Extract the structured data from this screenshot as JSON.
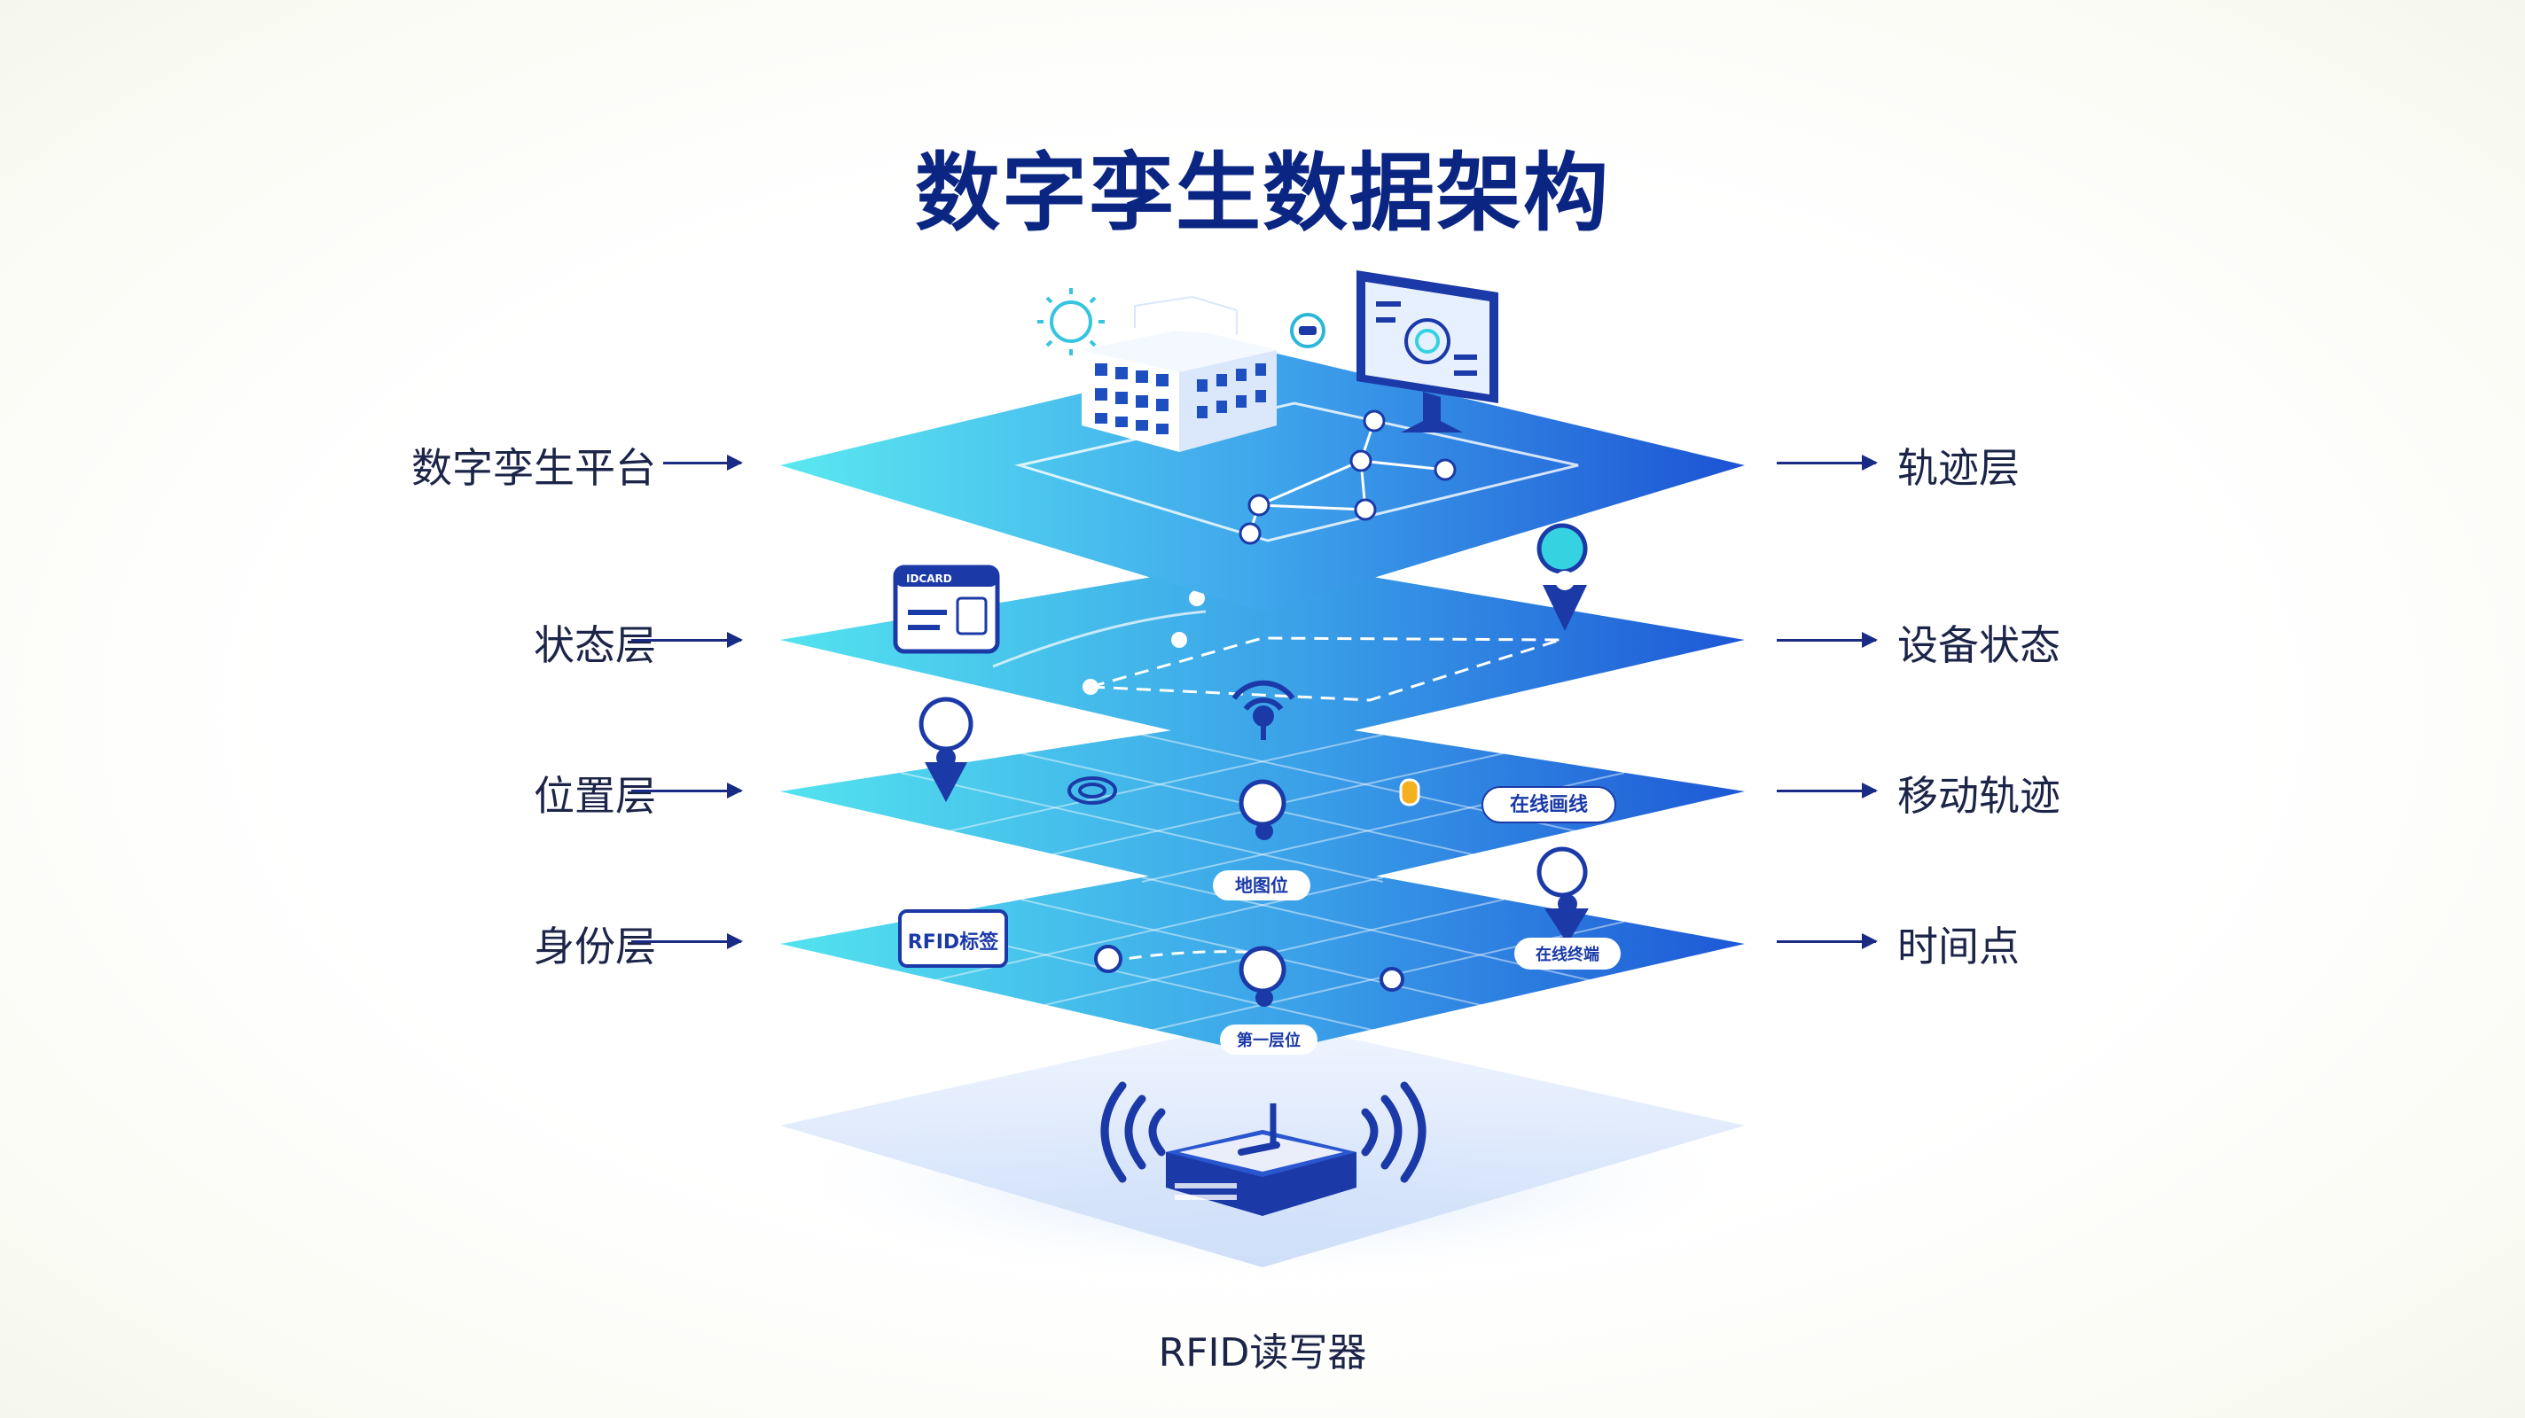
{
  "title": "数字孪生数据架构",
  "left_labels": [
    "数字孪生平台",
    "状态层",
    "位置层",
    "身份层"
  ],
  "right_labels": [
    "轨迹层",
    "设备状态",
    "移动轨迹",
    "时间点"
  ],
  "reader_caption": "RFID读写器",
  "layer_tags": {
    "status_card": "IDCARD",
    "location_pill": "在线画线",
    "location_pin_tag": "地图位",
    "identity_rfid": "RFID标签",
    "identity_pill": "在线终端",
    "identity_pin_tag": "第一层位"
  },
  "icons": [
    "sun-icon",
    "building-icon",
    "monitor-icon",
    "map-pin-icon",
    "signal-icon",
    "id-card-icon",
    "router-icon",
    "bulb-icon",
    "wifi-waves-icon"
  ],
  "colors": {
    "title": "#0b2583",
    "layer_light": "#4fe0ee",
    "layer_dark": "#1e5fd8",
    "arrow": "#1a2b86",
    "base": "#d8e6fb"
  }
}
